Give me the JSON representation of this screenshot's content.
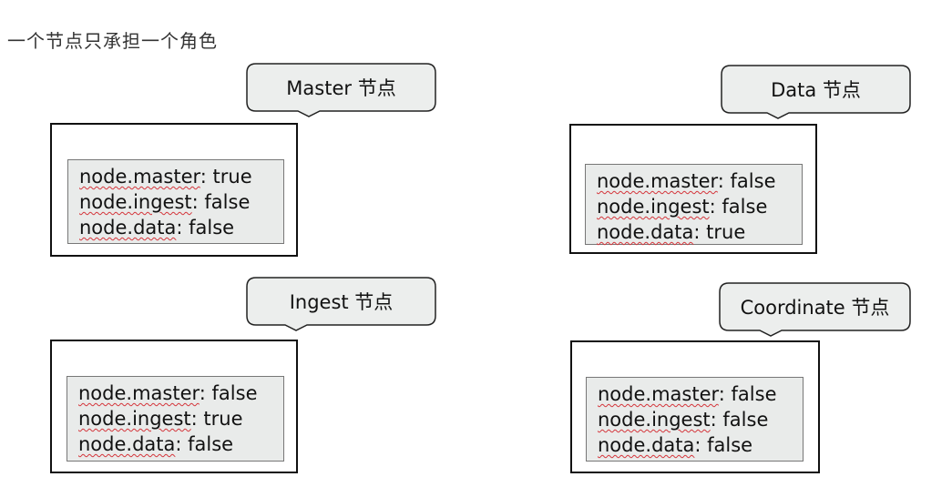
{
  "heading": "一个节点只承担一个角色",
  "cards": [
    {
      "label": "Master 节点",
      "lines": [
        {
          "key": "node.master",
          "value": ": true"
        },
        {
          "key": "node.ingest",
          "value": ": false"
        },
        {
          "key": "node.data",
          "value": ": false"
        }
      ]
    },
    {
      "label": "Data 节点",
      "lines": [
        {
          "key": "node.master",
          "value": ": false"
        },
        {
          "key": "node.ingest",
          "value": ": false"
        },
        {
          "key": "node.data",
          "value": ": true"
        }
      ]
    },
    {
      "label": "Ingest 节点",
      "lines": [
        {
          "key": "node.master",
          "value": ": false"
        },
        {
          "key": "node.ingest",
          "value": ": true"
        },
        {
          "key": "node.data",
          "value": ": false"
        }
      ]
    },
    {
      "label": "Coordinate 节点",
      "lines": [
        {
          "key": "node.master",
          "value": ": false"
        },
        {
          "key": "node.ingest",
          "value": ": false"
        },
        {
          "key": "node.data",
          "value": ": false"
        }
      ]
    }
  ],
  "colors": {
    "callout_fill": "#eceeed",
    "inner_fill": "#e9ebea",
    "spellcheck_underline": "#d4343a"
  }
}
